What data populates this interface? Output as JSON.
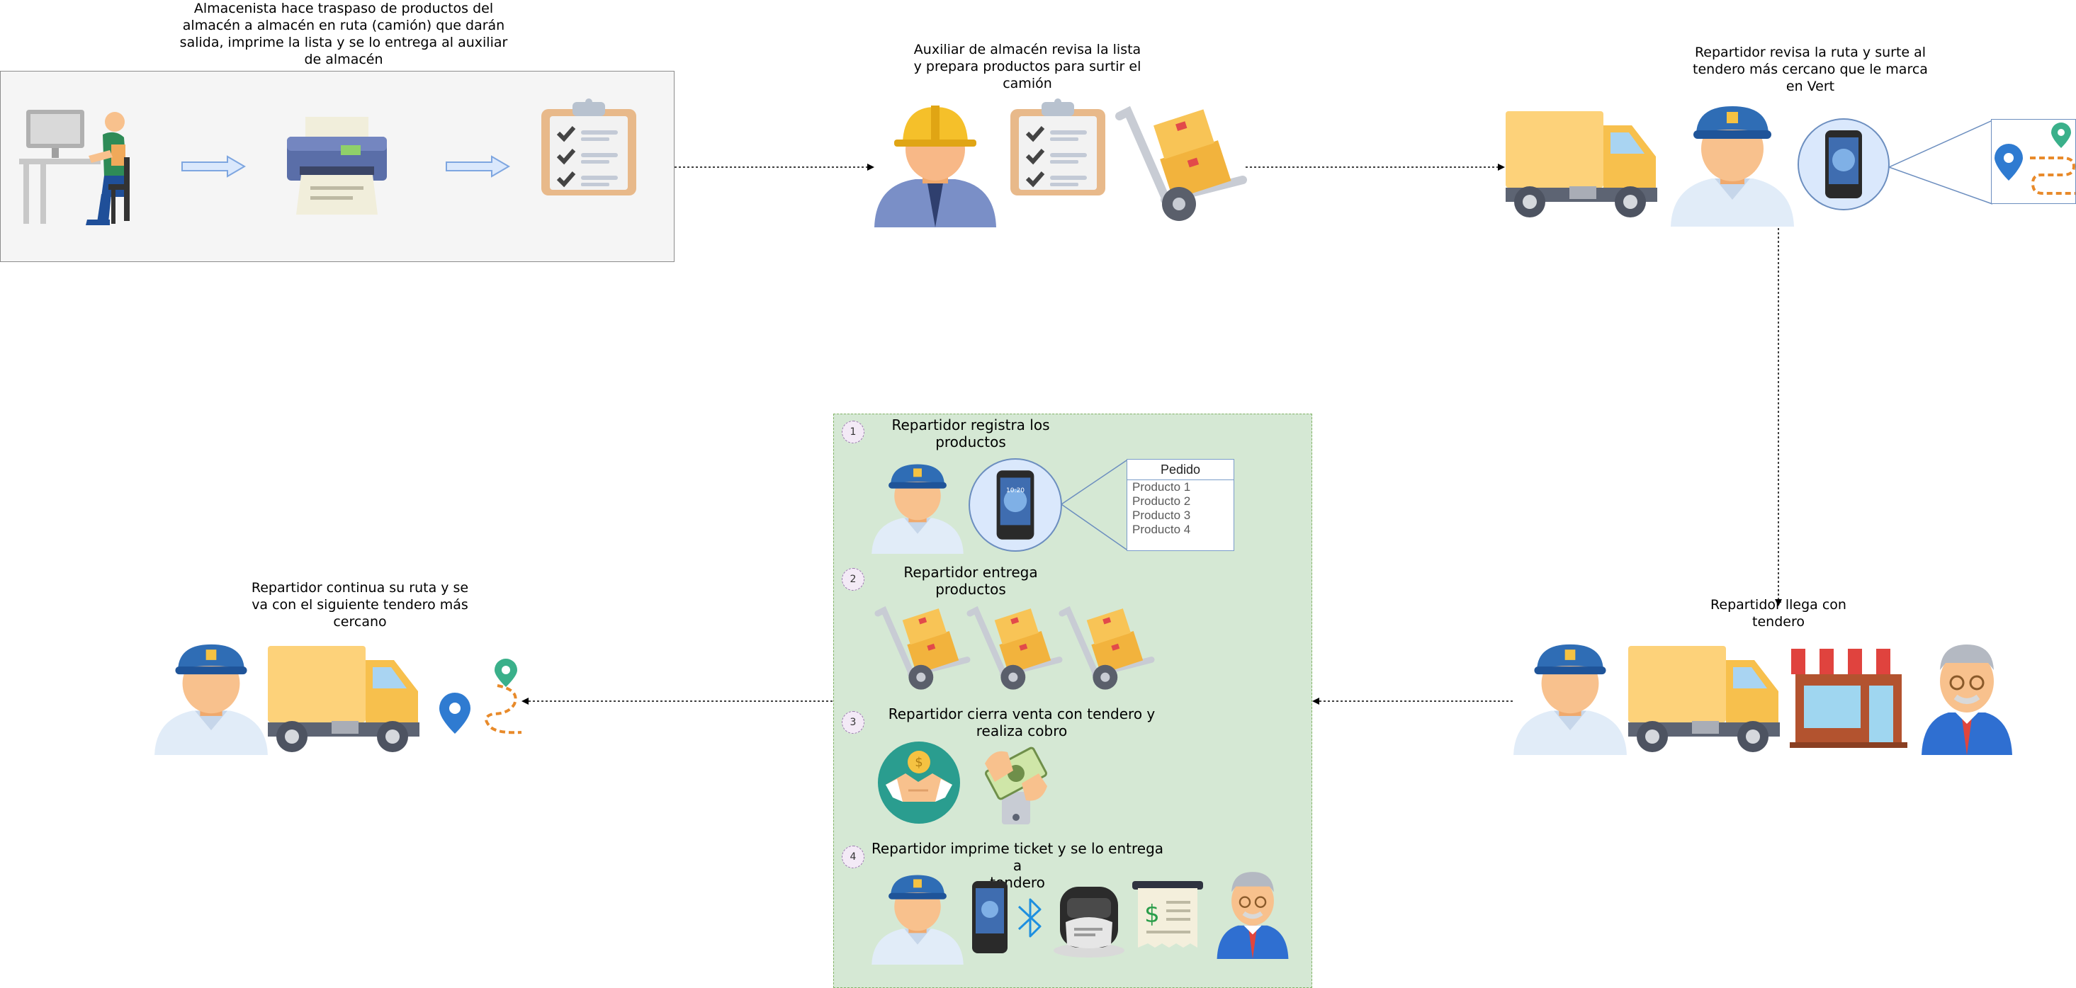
{
  "captions": {
    "store_clerk": "Almacenista hace traspaso de productos del\nalmacén a almacén en ruta (camión) que darán\nsalida, imprime la lista y se lo entrega al auxiliar\nde almacén",
    "assistant": "Auxiliar de almacén revisa la lista\ny prepara productos para surtir el\ncamión",
    "courier_review": "Repartidor revisa la ruta y surte al\ntendero más cercano que le marca\nen Vert",
    "arrive": "Repartidor llega con\ntendero",
    "continue": "Repartidor continua su ruta y se\nva con el siguiente tendero más\ncercano"
  },
  "steps": [
    {
      "num": "1",
      "label": "Repartidor registra los\nproductos"
    },
    {
      "num": "2",
      "label": "Repartidor entrega\nproductos"
    },
    {
      "num": "3",
      "label": "Repartidor cierra venta con tendero y\nrealiza cobro"
    },
    {
      "num": "4",
      "label": "Repartidor imprime ticket y se lo entrega a\ntendero"
    }
  ],
  "order": {
    "title": "Pedido",
    "items": [
      "Producto 1",
      "Producto 2",
      "Producto 3",
      "Producto 4"
    ]
  },
  "phone_time": "10:20",
  "colors": {
    "panel_green": "#d5e8d4",
    "panel_green_border": "#82b366",
    "group_gray": "#f5f5f5",
    "cap_blue": "#2f6db5",
    "truck_yellow": "#fdd27a",
    "skin": "#f8c18d"
  }
}
